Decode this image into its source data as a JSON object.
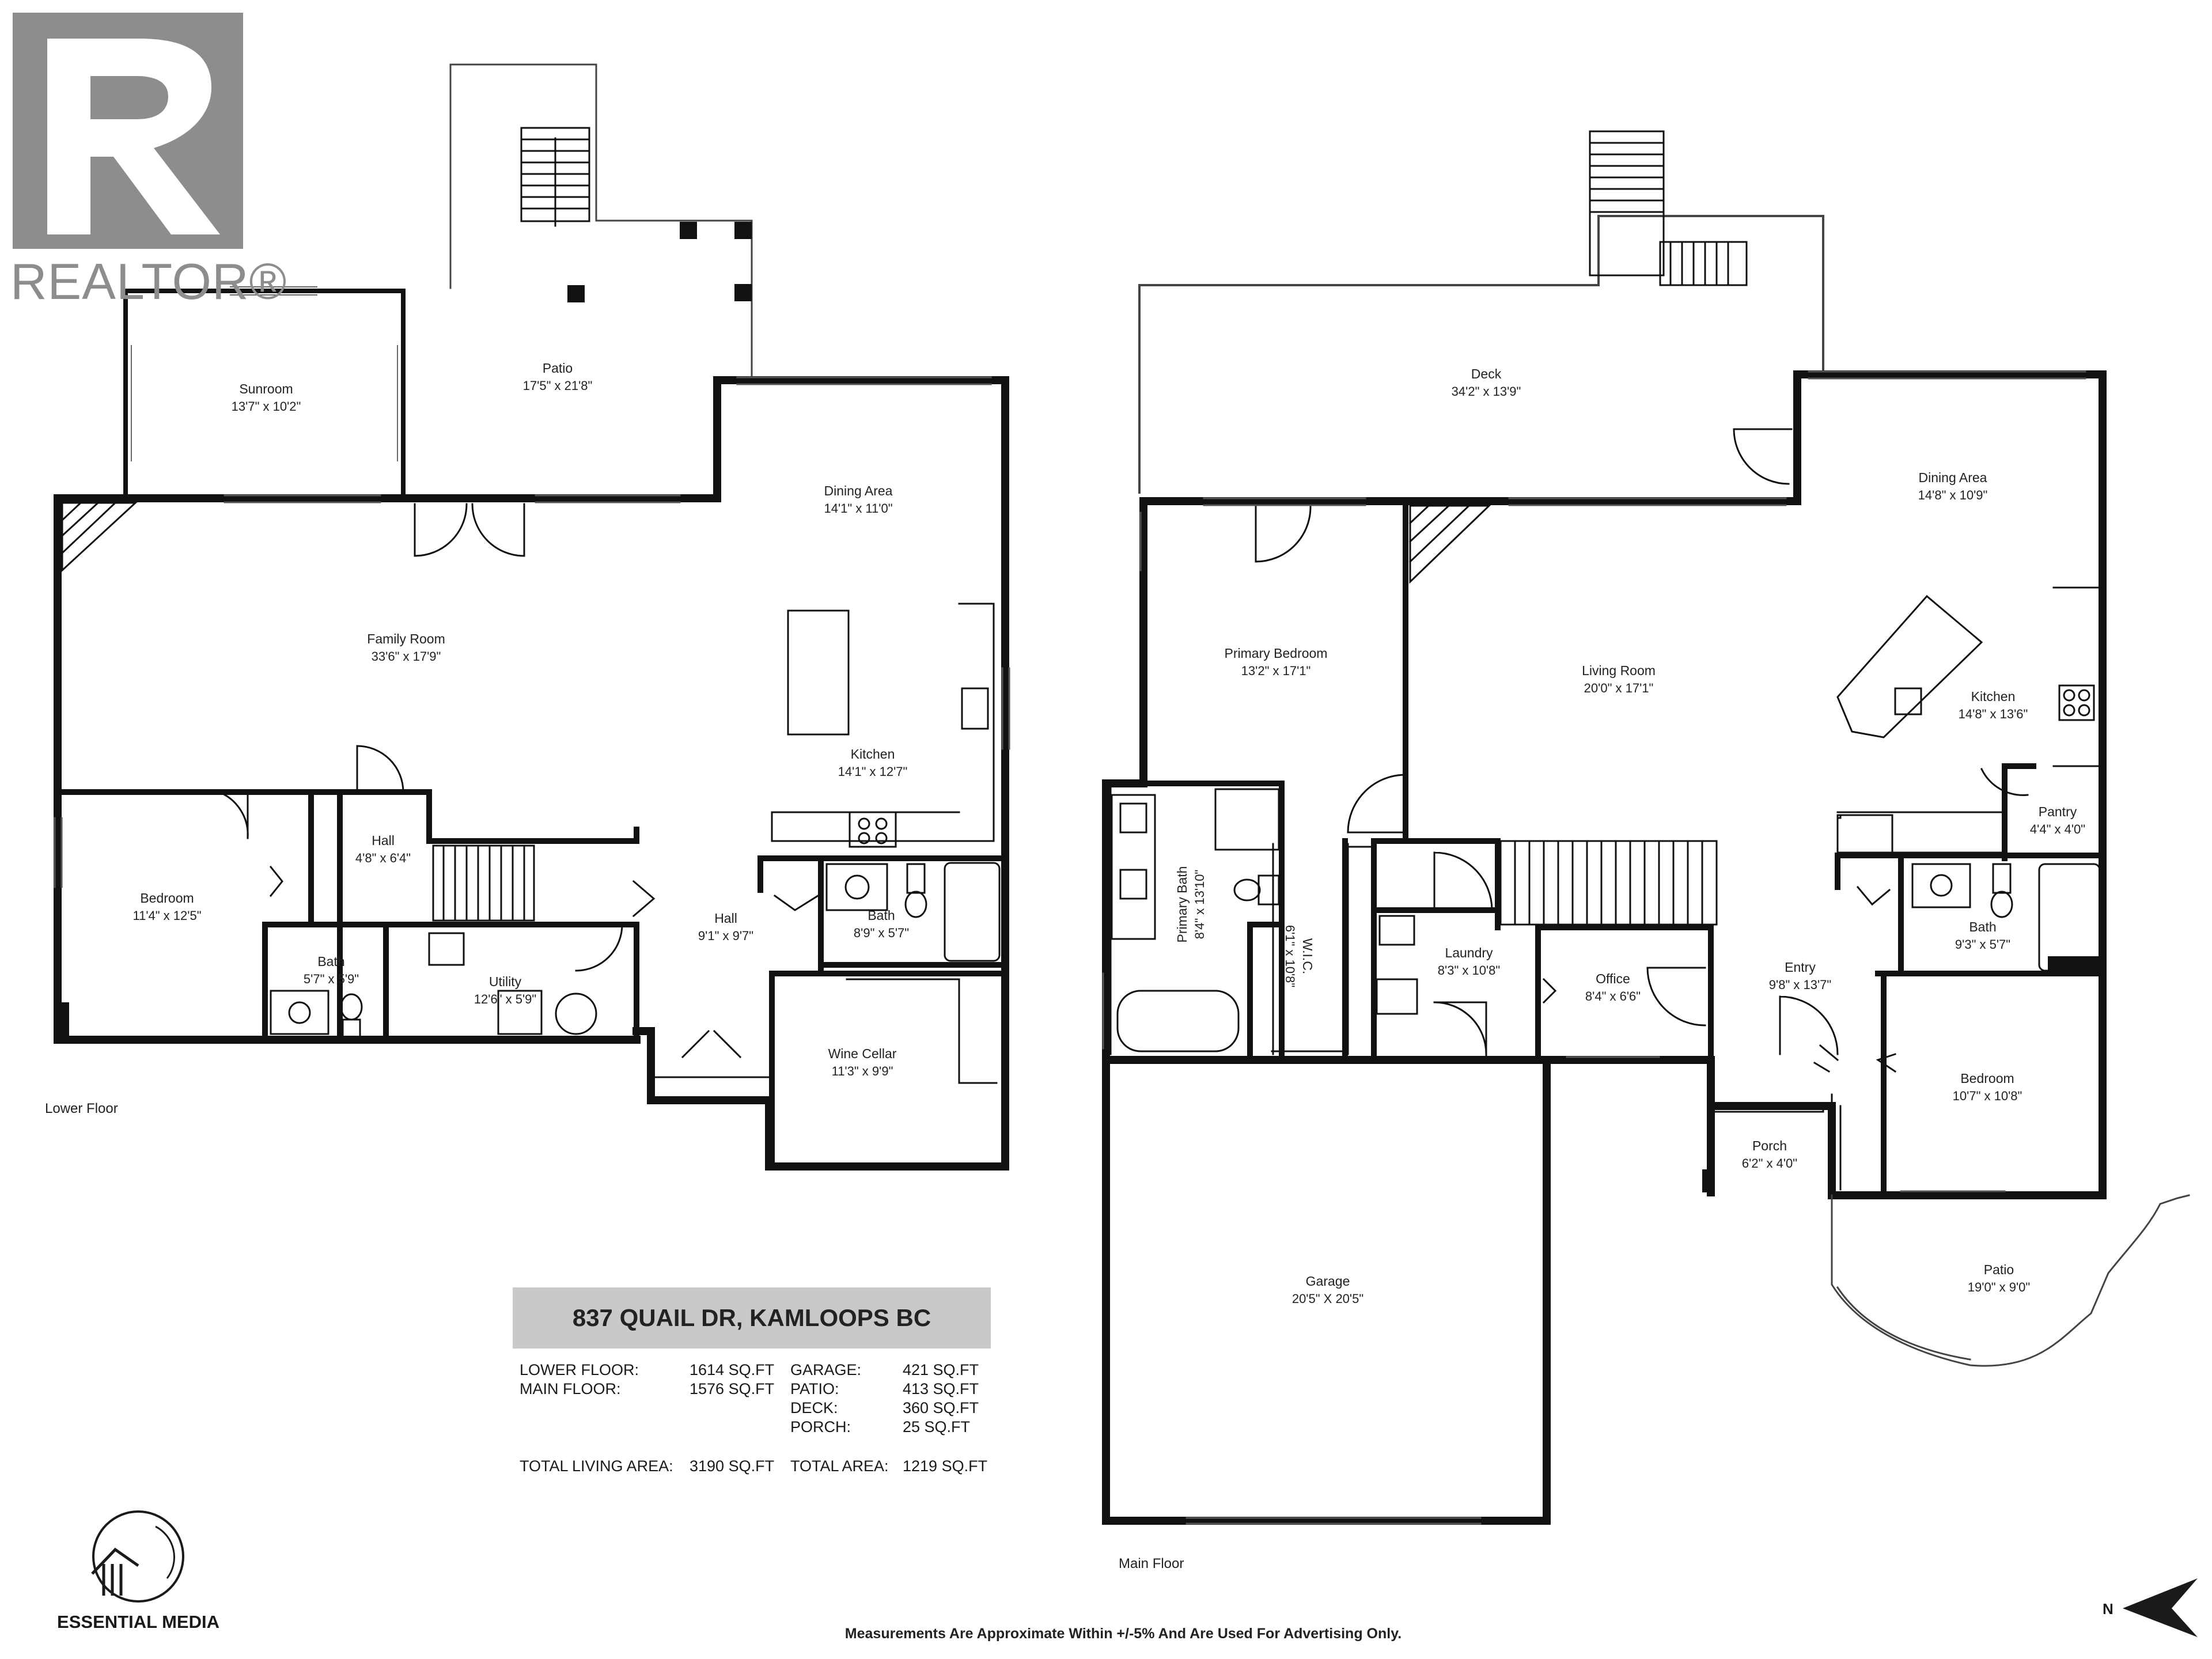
{
  "branding": {
    "realtor_wordmark": "REALTOR®",
    "media_company": "ESSENTIAL MEDIA"
  },
  "floors": {
    "lower": {
      "label": "Lower Floor"
    },
    "main": {
      "label": "Main Floor"
    }
  },
  "rooms": {
    "lower_patio": {
      "name": "Patio",
      "dims": "17'5\" x 21'8\""
    },
    "sunroom": {
      "name": "Sunroom",
      "dims": "13'7\" x 10'2\""
    },
    "lower_dining": {
      "name": "Dining Area",
      "dims": "14'1\" x 11'0\""
    },
    "family_room": {
      "name": "Family Room",
      "dims": "33'6\" x 17'9\""
    },
    "lower_kitchen": {
      "name": "Kitchen",
      "dims": "14'1\" x 12'7\""
    },
    "lower_bedroom": {
      "name": "Bedroom",
      "dims": "11'4\" x 12'5\""
    },
    "upper_hall": {
      "name": "Hall",
      "dims": "4'8\" x 6'4\""
    },
    "lower_hall": {
      "name": "Hall",
      "dims": "9'1\" x 9'7\""
    },
    "lower_bath_right": {
      "name": "Bath",
      "dims": "8'9\" x 5'7\""
    },
    "lower_bath_left": {
      "name": "Bath",
      "dims": "5'7\" x 5'9\""
    },
    "utility": {
      "name": "Utility",
      "dims": "12'6\" x 5'9\""
    },
    "wine_cellar": {
      "name": "Wine Cellar",
      "dims": "11'3\" x 9'9\""
    },
    "deck": {
      "name": "Deck",
      "dims": "34'2\" x 13'9\""
    },
    "main_dining": {
      "name": "Dining Area",
      "dims": "14'8\" x 10'9\""
    },
    "primary_bedroom": {
      "name": "Primary Bedroom",
      "dims": "13'2\" x 17'1\""
    },
    "living_room": {
      "name": "Living Room",
      "dims": "20'0\" x 17'1\""
    },
    "main_kitchen": {
      "name": "Kitchen",
      "dims": "14'8\" x 13'6\""
    },
    "pantry": {
      "name": "Pantry",
      "dims": "4'4\" x 4'0\""
    },
    "primary_bath": {
      "name": "Primary Bath",
      "dims": "8'4\" x 13'10\""
    },
    "wic": {
      "name": "W.I.C.",
      "dims": "6'1\" x 10'8\""
    },
    "laundry": {
      "name": "Laundry",
      "dims": "8'3\" x 10'8\""
    },
    "office": {
      "name": "Office",
      "dims": "8'4\" x 6'6\""
    },
    "entry": {
      "name": "Entry",
      "dims": "9'8\" x 13'7\""
    },
    "main_bath": {
      "name": "Bath",
      "dims": "9'3\" x 5'7\""
    },
    "main_bedroom": {
      "name": "Bedroom",
      "dims": "10'7\" x 10'8\""
    },
    "porch": {
      "name": "Porch",
      "dims": "6'2\" x 4'0\""
    },
    "main_patio": {
      "name": "Patio",
      "dims": "19'0\" x 9'0\""
    },
    "garage": {
      "name": "Garage",
      "dims": "20'5\" X 20'5\""
    }
  },
  "info": {
    "title": "837 QUAIL DR, KAMLOOPS BC",
    "rows": [
      [
        "LOWER FLOOR:",
        "1614 SQ.FT",
        "GARAGE:",
        "421 SQ.FT"
      ],
      [
        "MAIN FLOOR:",
        "1576 SQ.FT",
        "PATIO:",
        "413 SQ.FT"
      ],
      [
        "",
        "",
        "DECK:",
        "360 SQ.FT"
      ],
      [
        "",
        "",
        "PORCH:",
        "25 SQ.FT"
      ],
      [
        "TOTAL LIVING AREA:",
        "3190 SQ.FT",
        "TOTAL AREA:",
        "1219 SQ.FT"
      ]
    ]
  },
  "disclaimer": "Measurements Are Approximate Within +/-5% And Are Used For Advertising Only.",
  "compass": {
    "letter": "N"
  }
}
